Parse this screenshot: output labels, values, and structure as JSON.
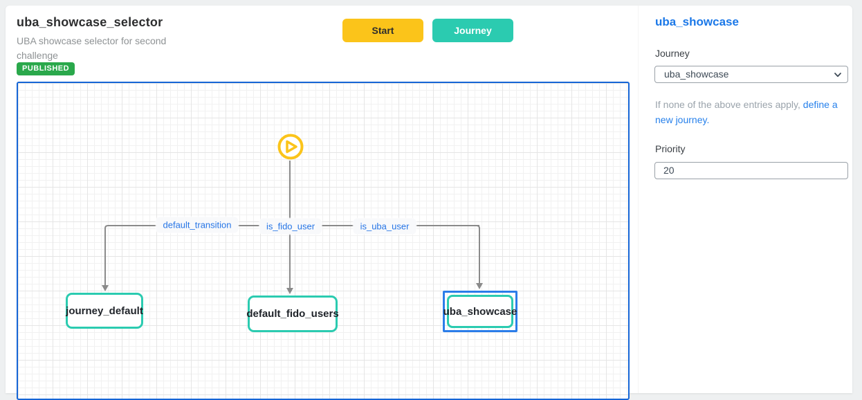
{
  "header": {
    "title": "uba_showcase_selector",
    "subtitle": "UBA showcase selector for second challenge",
    "status_badge": "PUBLISHED",
    "start_button": "Start",
    "journey_button": "Journey"
  },
  "canvas": {
    "start_icon": "play-icon",
    "edges": [
      {
        "label": "default_transition",
        "to": "journey_default"
      },
      {
        "label": "is_fido_user",
        "to": "default_fido_users"
      },
      {
        "label": "is_uba_user",
        "to": "uba_showcase"
      }
    ],
    "nodes": [
      {
        "label": "journey_default",
        "selected": false
      },
      {
        "label": "default_fido_users",
        "selected": false
      },
      {
        "label": "uba_showcase",
        "selected": true
      }
    ]
  },
  "side_panel": {
    "title": "uba_showcase",
    "journey_label": "Journey",
    "journey_select_value": "uba_showcase",
    "hint_text": "If none of the above entries apply, ",
    "hint_link": "define a new journey.",
    "priority_label": "Priority",
    "priority_value": "20"
  },
  "colors": {
    "accent_yellow": "#fbc41a",
    "accent_teal": "#2bcbb0",
    "selection_blue": "#2b7de9",
    "canvas_border_blue": "#1565d6",
    "link_blue": "#2680eb",
    "badge_green": "#2aa84b",
    "wire_gray": "#8a8a8a"
  }
}
